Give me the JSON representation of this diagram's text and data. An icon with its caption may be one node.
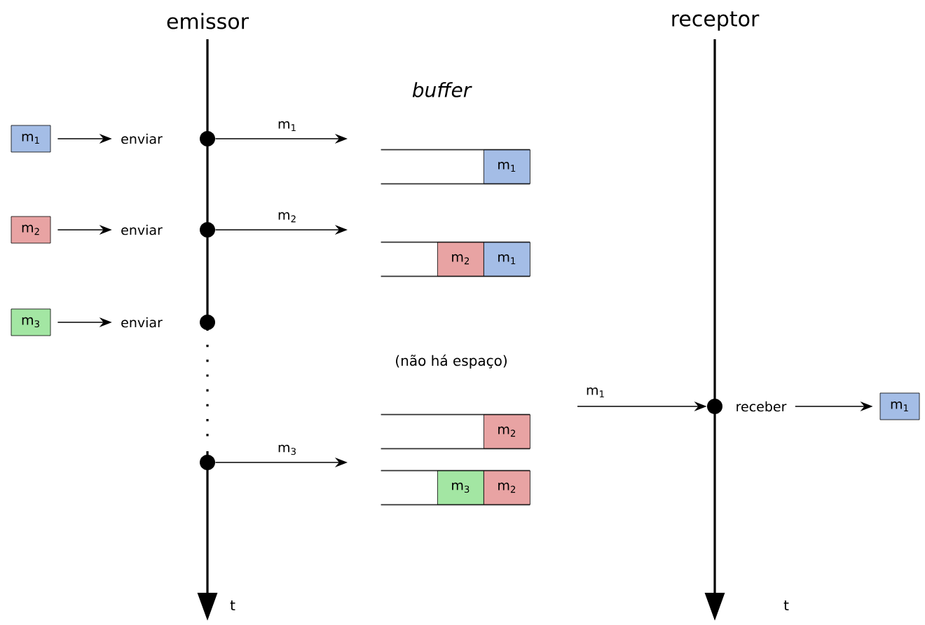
{
  "diagram": {
    "nodes": [
      {
        "text": [
          "m$_{1}$"
        ]
      },
      {
        "text": [
          "enviar"
        ]
      },
      {
        "text": [],
        "shape": "circle"
      },
      {
        "text": [
          "m$_{2}$"
        ]
      },
      {
        "text": [
          "enviar"
        ]
      },
      {
        "text": [],
        "shape": "circle"
      },
      {
        "text": [
          "m$_{3}$"
        ]
      },
      {
        "text": [
          "enviar"
        ]
      },
      {
        "text": [],
        "shape": "circle"
      },
      {
        "text": [],
        "shape": "circle"
      },
      {
        "text": [],
        "shape": "box"
      },
      {
        "text": [
          "m$_{1}$"
        ],
        "in": 10
      },
      {
        "text": [],
        "shape": "box"
      },
      {
        "text": [
          "m$_{2}$"
        ],
        "in": 12
      },
      {
        "text": [
          "m$_{1}$"
        ],
        "in": 12
      },
      {
        "text": [],
        "shape": "box"
      },
      {
        "text": [
          "m$_{2}$"
        ],
        "in": 15
      },
      {
        "text": [],
        "shape": "box"
      },
      {
        "text": [
          "m$_{3}$"
        ],
        "in": 17
      },
      {
        "text": [
          "m$_{2}$"
        ],
        "in": 17
      },
      {
        "text": [],
        "shape": "circle"
      },
      {
        "text": [
          "receber"
        ]
      },
      {
        "text": [
          "m$_{1}$"
        ]
      }
    ],
    "edges": [
      {
        "from": 0,
        "to": 1,
        "arrow": "to"
      },
      {
        "from": 3,
        "to": 4,
        "arrow": "to"
      },
      {
        "from": 6,
        "to": 7,
        "arrow": "to"
      },
      {
        "from": 2,
        "to": null,
        "arrow": "to",
        "label": "m$_{1}$"
      },
      {
        "from": 5,
        "to": null,
        "arrow": "to",
        "label": "m$_{2}$"
      },
      {
        "from": 9,
        "to": null,
        "arrow": "to",
        "label": "m$_{3}$"
      },
      {
        "from": null,
        "to": 20,
        "arrow": "to",
        "label": "m$_{1}$"
      },
      {
        "from": 21,
        "to": 22,
        "arrow": "to"
      }
    ],
    "labels": [
      "emissor",
      "buffer",
      "receptor",
      "(não há espaço)",
      "t",
      "t"
    ]
  }
}
